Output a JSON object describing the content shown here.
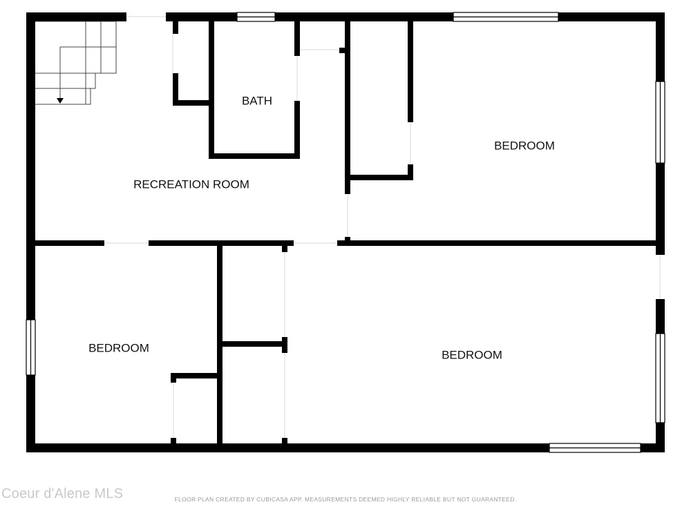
{
  "plan": {
    "rooms": {
      "recreation_room": "RECREATION ROOM",
      "bath": "BATH",
      "bedroom_top_right": "BEDROOM",
      "bedroom_bottom_left": "BEDROOM",
      "bedroom_bottom_right": "BEDROOM"
    },
    "stair_direction": "down",
    "wall_color": "#000000",
    "window_color": "#ffffff"
  },
  "footer": {
    "watermark": "Coeur d'Alene MLS",
    "disclaimer": "FLOOR PLAN CREATED BY CUBICASA APP. MEASUREMENTS DEEMED HIGHLY RELIABLE BUT NOT GUARANTEED."
  }
}
